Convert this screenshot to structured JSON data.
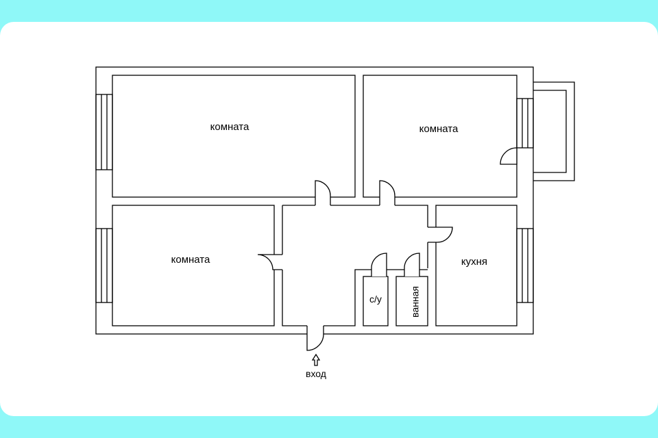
{
  "rooms": {
    "room_top_left": "комната",
    "room_top_right": "комната",
    "room_bottom_left": "комната",
    "kitchen": "кухня",
    "toilet": "с/у",
    "bathroom": "ванная"
  },
  "entrance": {
    "label": "вход"
  },
  "colors": {
    "background": "#8ff8f8",
    "card": "#ffffff",
    "lines": "#000000"
  }
}
